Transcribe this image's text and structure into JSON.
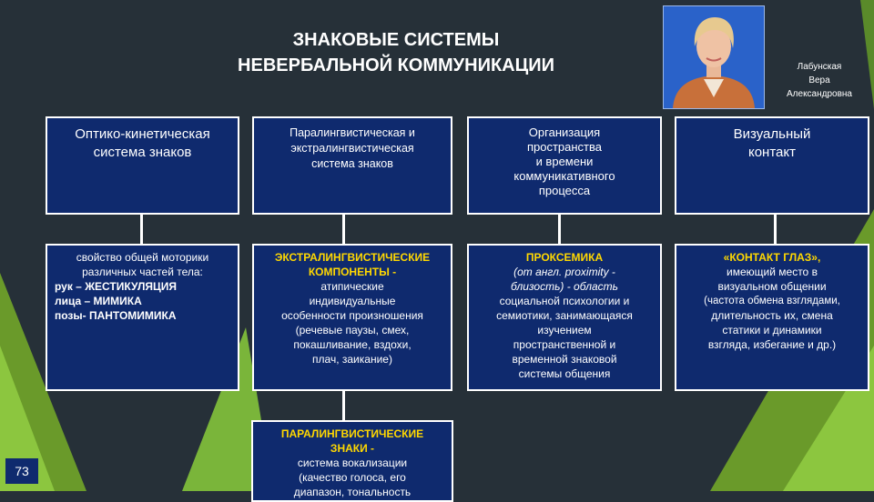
{
  "title": {
    "line1": "ЗНАКОВЫЕ СИСТЕМЫ",
    "line2": "НЕВЕРБАЛЬНОЙ КОММУНИКАЦИИ"
  },
  "author": {
    "line1": "Лабунская",
    "line2": "Вера",
    "line3": "Александровна"
  },
  "columns": [
    {
      "header": [
        "Оптико-кинетическая",
        "система знаков"
      ],
      "detail": [
        {
          "text": "свойство общей моторики",
          "style": "n"
        },
        {
          "text": "различных частей тела:",
          "style": "n"
        },
        {
          "text": "рук – ЖЕСТИКУЛЯЦИЯ",
          "style": "b"
        },
        {
          "text": "лица – МИМИКА",
          "style": "b"
        },
        {
          "text": "позы- ПАНТОМИМИКА",
          "style": "b"
        }
      ]
    },
    {
      "header": [
        "Паралингвистическая и",
        "экстралингвистическая",
        "система знаков"
      ],
      "detail": [
        {
          "text": "ЭКСТРАЛИНГВИСТИЧЕСКИЕ",
          "style": "yl"
        },
        {
          "text": "КОМПОНЕНТЫ -",
          "style": "yl"
        },
        {
          "text": "атипические",
          "style": "n"
        },
        {
          "text": "индивидуальные",
          "style": "n"
        },
        {
          "text": "особенности произношения",
          "style": "n"
        },
        {
          "text": "(речевые паузы, смех,",
          "style": "n"
        },
        {
          "text": "покашливание, вздохи,",
          "style": "n"
        },
        {
          "text": "плач, заикание)",
          "style": "n"
        }
      ]
    },
    {
      "header": [
        "Организация",
        "пространства",
        "и времени",
        "коммуникативного",
        "процесса"
      ],
      "detail": [
        {
          "text": "ПРОКСЕМИКА",
          "style": "yl"
        },
        {
          "text": "(от англ. proximity -",
          "style": "it"
        },
        {
          "text": "близость) - область",
          "style": "it"
        },
        {
          "text": "социальной психологии и",
          "style": "n"
        },
        {
          "text": "семиотики, занимающаяся",
          "style": "n"
        },
        {
          "text": "изучением",
          "style": "n"
        },
        {
          "text": "пространственной и",
          "style": "n"
        },
        {
          "text": "временной знаковой",
          "style": "n"
        },
        {
          "text": "системы общения",
          "style": "n"
        }
      ]
    },
    {
      "header": [
        "Визуальный",
        "контакт"
      ],
      "detail": [
        {
          "text": "«КОНТАКТ ГЛАЗ»,",
          "style": "yl"
        },
        {
          "text": "имеющий место в",
          "style": "n"
        },
        {
          "text": "визуальном общении",
          "style": "n"
        },
        {
          "text": "(частота обмена взглядами,",
          "style": "n"
        },
        {
          "text": "длительность их, смена",
          "style": "n"
        },
        {
          "text": "статики и динамики",
          "style": "n"
        },
        {
          "text": "взгляда, избегание и др.)",
          "style": "n"
        }
      ]
    }
  ],
  "bottom_box": [
    {
      "text": "ПАРАЛИНГВИСТИЧЕСКИЕ",
      "style": "yl"
    },
    {
      "text": "ЗНАКИ -",
      "style": "yl"
    },
    {
      "text": "система вокализации",
      "style": "n"
    },
    {
      "text": "(качество голоса, его",
      "style": "n"
    },
    {
      "text": "диапазон, тональность",
      "style": "n"
    }
  ],
  "page_number": "73",
  "colors": {
    "background": "#263038",
    "box_fill": "#0f2a6e",
    "highlight_text": "#ffd800",
    "accent_green": "#8cc63f"
  }
}
